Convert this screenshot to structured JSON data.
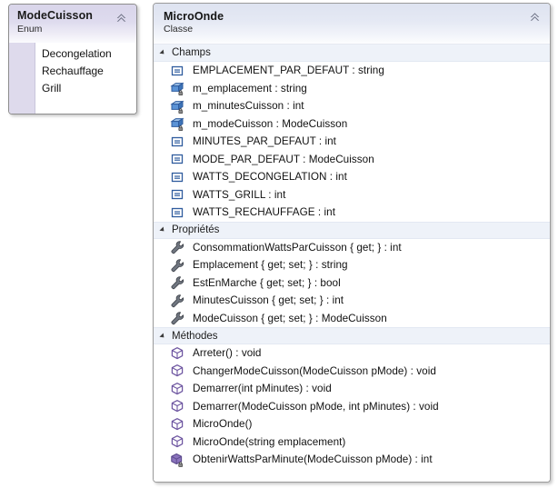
{
  "diagram": {
    "type": "uml-class-diagram",
    "background": "#ffffff"
  },
  "enum_shape": {
    "name": "ModeCuisson",
    "stereotype": "Enum",
    "collapse_icon": "chevron-double-up-icon",
    "members": [
      {
        "label": "Decongelation"
      },
      {
        "label": "Rechauffage"
      },
      {
        "label": "Grill"
      }
    ]
  },
  "class_shape": {
    "name": "MicroOnde",
    "stereotype": "Classe",
    "collapse_icon": "chevron-double-up-icon",
    "sections": [
      {
        "label": "Champs",
        "expander_icon": "triangle-expanded-icon",
        "members": [
          {
            "icon": "const-field-icon",
            "label": "EMPLACEMENT_PAR_DEFAUT : string"
          },
          {
            "icon": "private-field-icon",
            "label": "m_emplacement : string"
          },
          {
            "icon": "private-field-icon",
            "label": "m_minutesCuisson : int"
          },
          {
            "icon": "private-field-icon",
            "label": "m_modeCuisson : ModeCuisson"
          },
          {
            "icon": "const-field-icon",
            "label": "MINUTES_PAR_DEFAUT : int"
          },
          {
            "icon": "const-field-icon",
            "label": "MODE_PAR_DEFAUT : ModeCuisson"
          },
          {
            "icon": "const-field-icon",
            "label": "WATTS_DECONGELATION : int"
          },
          {
            "icon": "const-field-icon",
            "label": "WATTS_GRILL : int"
          },
          {
            "icon": "const-field-icon",
            "label": "WATTS_RECHAUFFAGE : int"
          }
        ]
      },
      {
        "label": "Propriétés",
        "expander_icon": "triangle-expanded-icon",
        "members": [
          {
            "icon": "property-icon",
            "label": "ConsommationWattsParCuisson { get; } : int"
          },
          {
            "icon": "property-icon",
            "label": "Emplacement { get; set; } : string"
          },
          {
            "icon": "property-icon",
            "label": "EstEnMarche { get; set; } : bool"
          },
          {
            "icon": "property-icon",
            "label": "MinutesCuisson { get; set; } : int"
          },
          {
            "icon": "property-icon",
            "label": "ModeCuisson { get; set; } : ModeCuisson"
          }
        ]
      },
      {
        "label": "Méthodes",
        "expander_icon": "triangle-expanded-icon",
        "members": [
          {
            "icon": "public-method-icon",
            "label": "Arreter() : void"
          },
          {
            "icon": "public-method-icon",
            "label": "ChangerModeCuisson(ModeCuisson pMode) : void"
          },
          {
            "icon": "public-method-icon",
            "label": "Demarrer(int pMinutes) : void"
          },
          {
            "icon": "public-method-icon",
            "label": "Demarrer(ModeCuisson pMode, int pMinutes) : void"
          },
          {
            "icon": "public-method-icon",
            "label": "MicroOnde()"
          },
          {
            "icon": "public-method-icon",
            "label": "MicroOnde(string emplacement)"
          },
          {
            "icon": "private-method-icon",
            "label": "ObtenirWattsParMinute(ModeCuisson pMode) : int"
          }
        ]
      }
    ]
  },
  "colors": {
    "class_header_gradient_top": "#dee3f0",
    "enum_header_gradient_top": "#d9d5ea",
    "enum_strip": "#dedaec",
    "section_band": "#eef2f9",
    "shape_border": "#9a9a9a",
    "icon_field_blue": "#3f6fb5",
    "icon_property_gray": "#5a5f6b",
    "icon_method_purple": "#7b5ea7",
    "text": "#111111"
  }
}
